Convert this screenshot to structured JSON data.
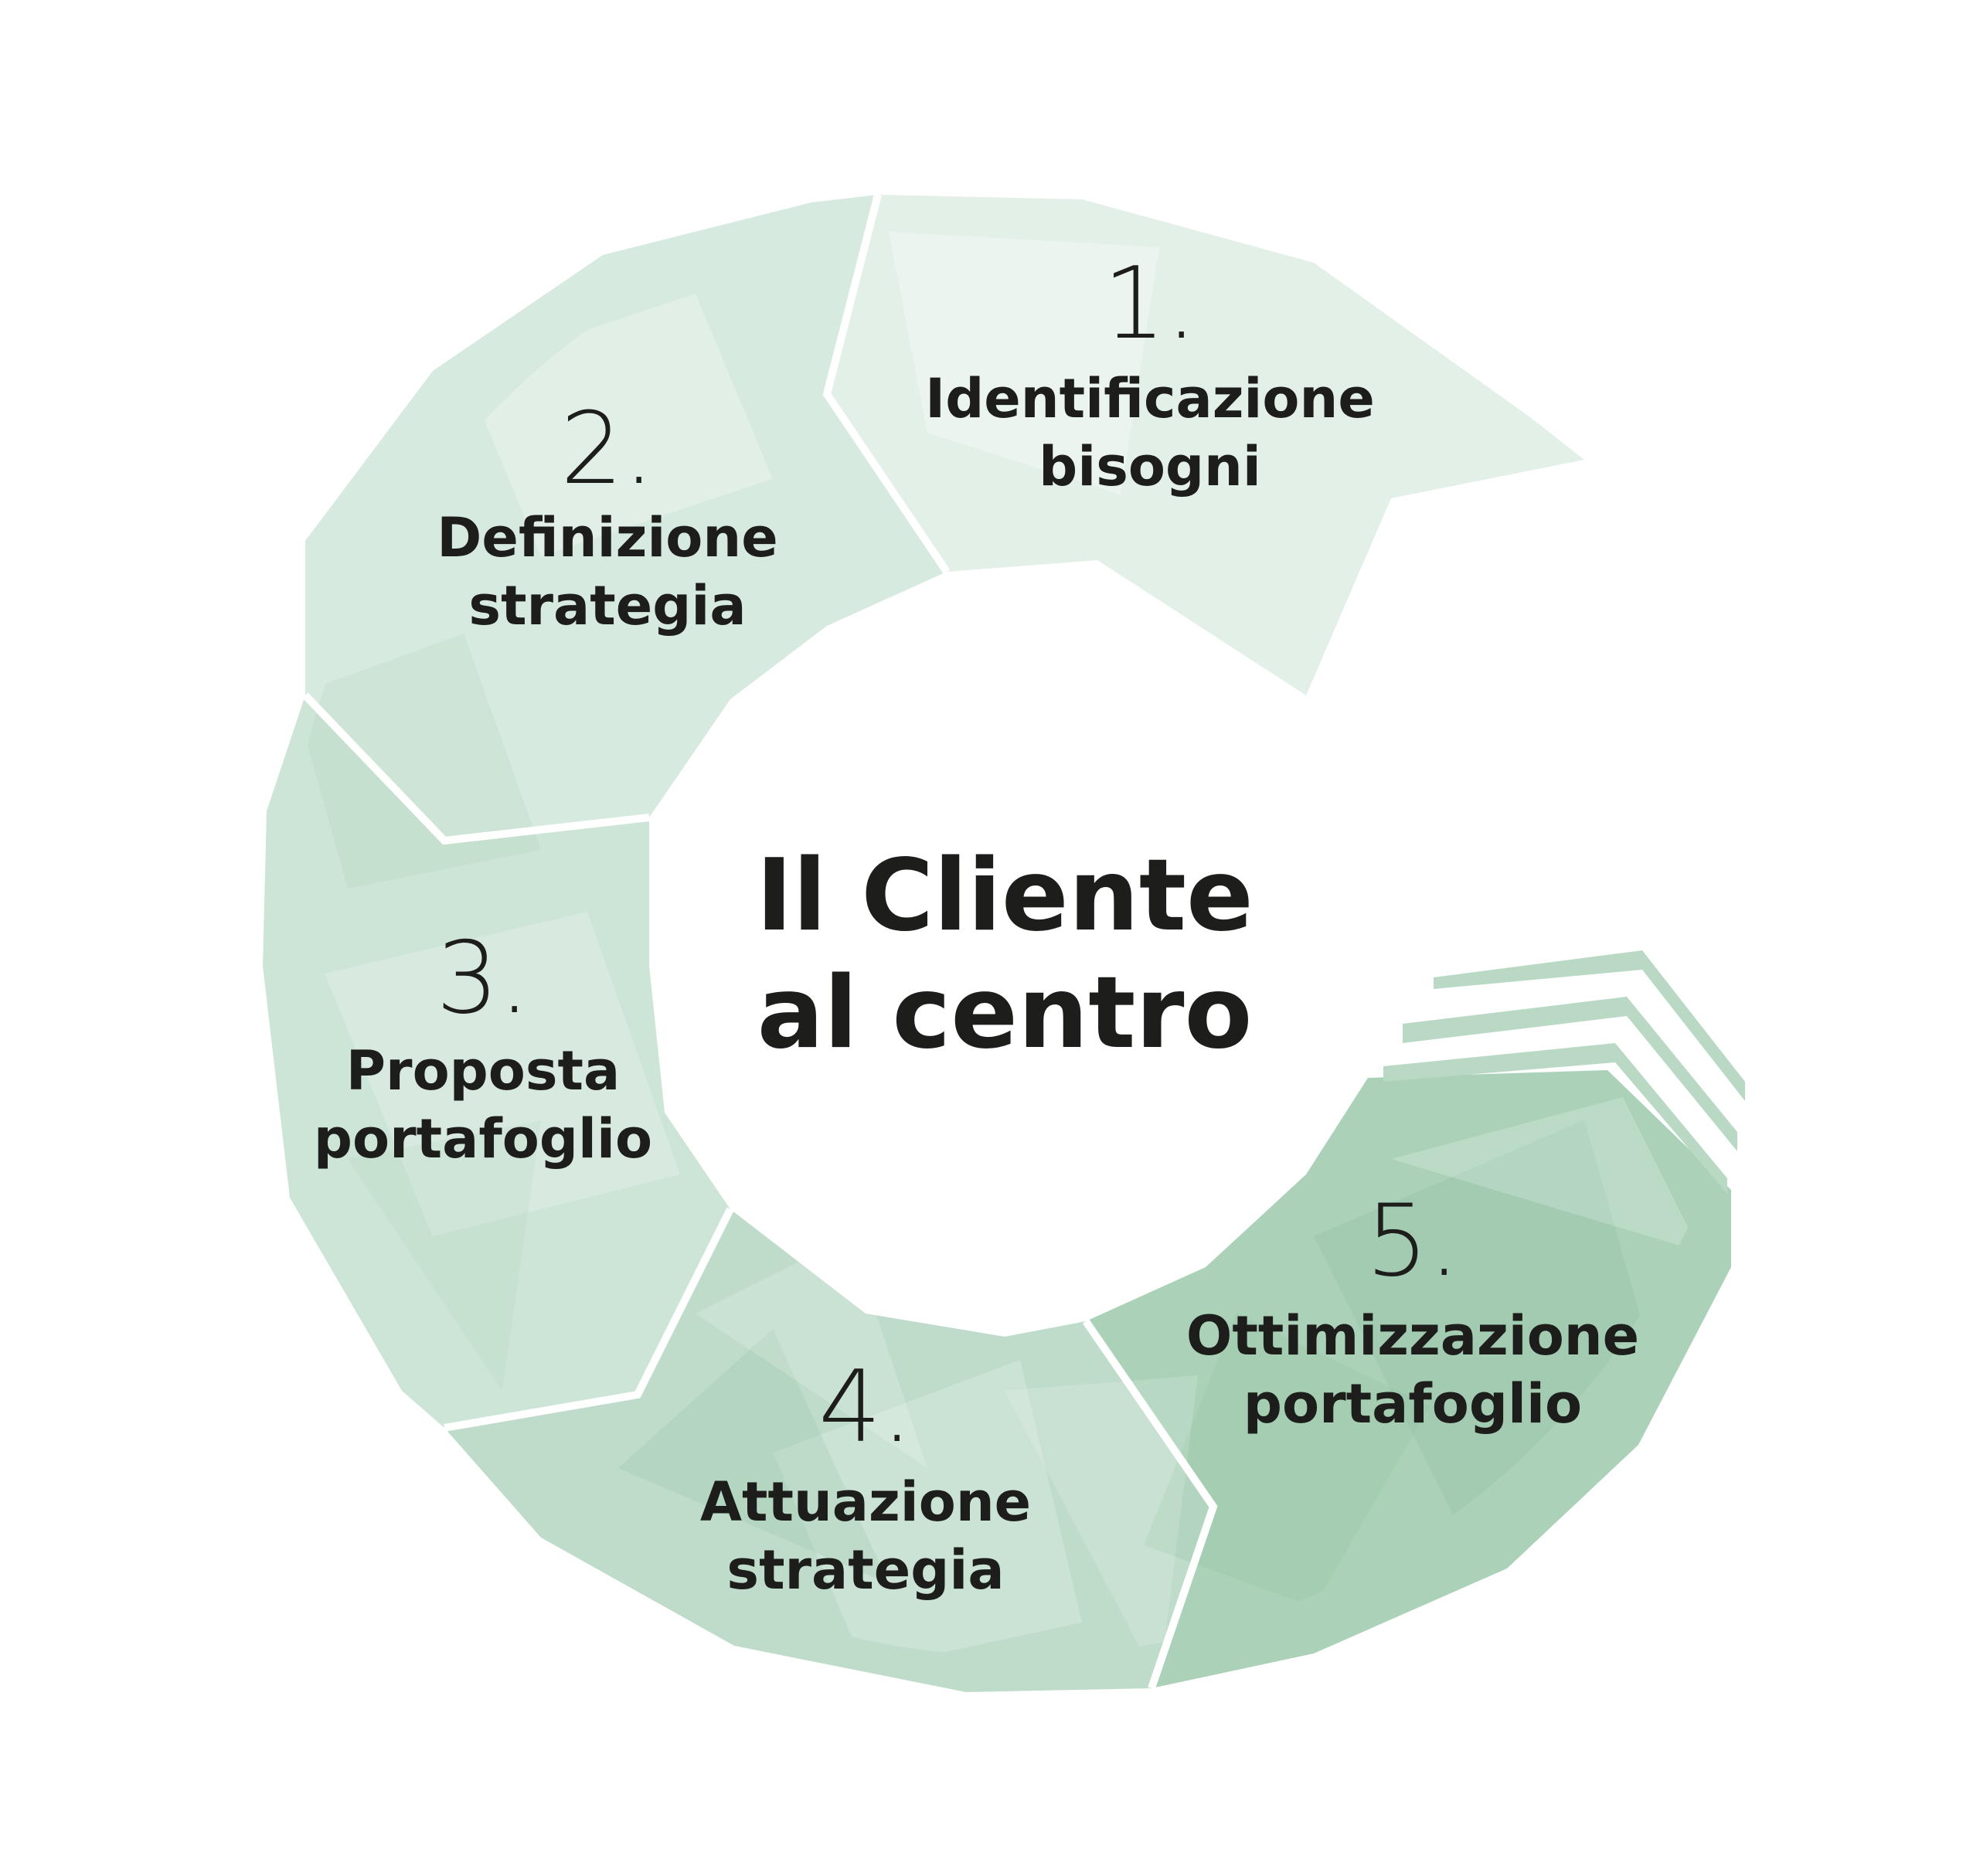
{
  "center": {
    "line1": "Il Cliente",
    "line2": "al centro"
  },
  "steps": [
    {
      "number": "1.",
      "label_line1": "Identificazione",
      "label_line2": "bisogni",
      "color": "#e3f0e8"
    },
    {
      "number": "2.",
      "label_line1": "Definizione",
      "label_line2": "strategia",
      "color": "#d7eadf"
    },
    {
      "number": "3.",
      "label_line1": "Proposta",
      "label_line2": "portafoglio",
      "color": "#cde5d6"
    },
    {
      "number": "4.",
      "label_line1": "Attuazione",
      "label_line2": "strategia",
      "color": "#bfdcca"
    },
    {
      "number": "5.",
      "label_line1": "Ottimizzazione",
      "label_line2": "portafoglio",
      "color": "#abd2b9"
    }
  ],
  "colors": {
    "text": "#1d1d1b",
    "separator": "#ffffff",
    "stripe": "#b9d9c5",
    "facet_dark": "#8fbea1",
    "facet_light": "#ffffff"
  }
}
